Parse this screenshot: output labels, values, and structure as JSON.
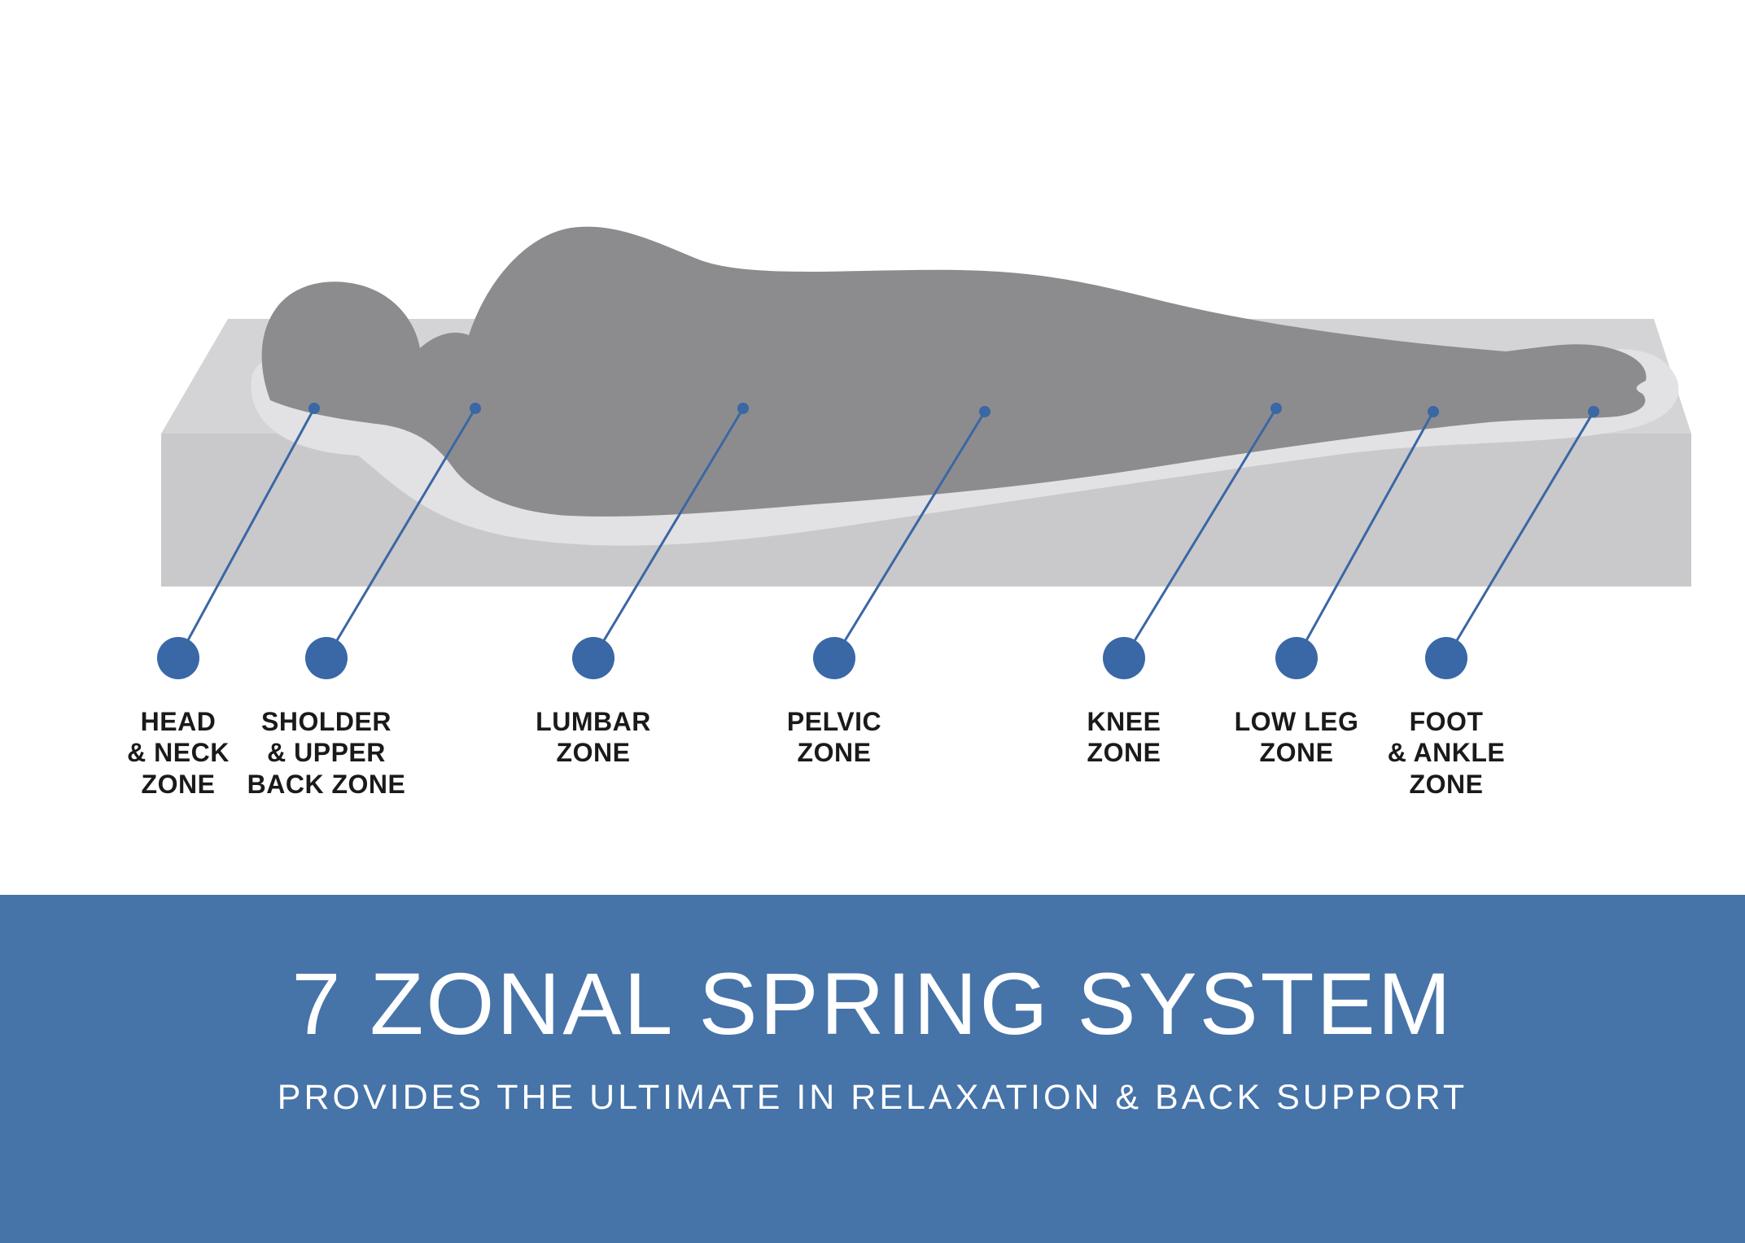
{
  "zones": [
    {
      "label": "HEAD\n& NECK\nZONE"
    },
    {
      "label": "SHOLDER\n& UPPER\nBACK ZONE"
    },
    {
      "label": "LUMBAR\nZONE"
    },
    {
      "label": "PELVIC\nZONE"
    },
    {
      "label": "KNEE\nZONE"
    },
    {
      "label": "LOW LEG\nZONE"
    },
    {
      "label": "FOOT\n& ANKLE\nZONE"
    }
  ],
  "banner": {
    "title": "7 ZONAL SPRING SYSTEM",
    "subtitle": "PROVIDES THE ULTIMATE IN RELAXATION & BACK SUPPORT"
  },
  "colors": {
    "banner": "#4673a8",
    "accent": "#3a67a5",
    "mattress_top": "#d4d4d6",
    "mattress_front": "#c9c9cb",
    "indent": "#e2e2e4",
    "body": "#8c8c8e",
    "label_text": "#1a1a1a"
  }
}
